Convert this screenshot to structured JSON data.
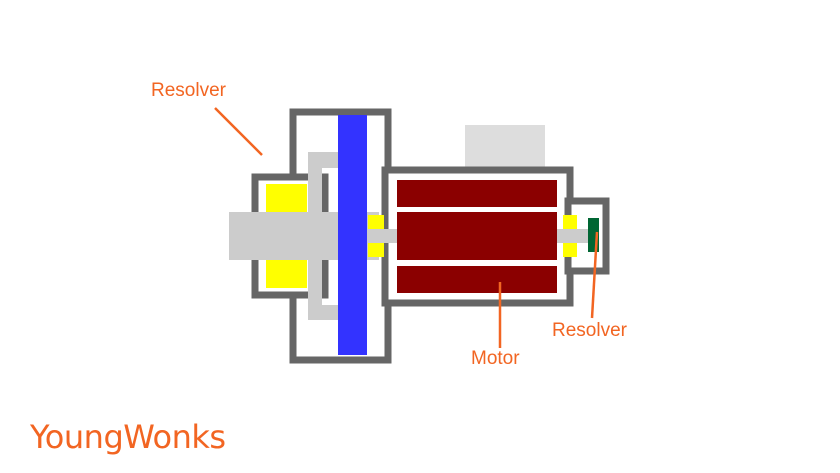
{
  "labels": {
    "resolver_top": "Resolver",
    "resolver_right": "Resolver",
    "motor": "Motor"
  },
  "brand": "YoungWonks",
  "colors": {
    "accent": "#f26522",
    "housing": "#666666",
    "shaft": "#cccccc",
    "bearing": "#ffff00",
    "disc": "#3333ff",
    "winding": "#8b0000",
    "sensor": "#006633",
    "terminal_box": "#dddddd"
  }
}
